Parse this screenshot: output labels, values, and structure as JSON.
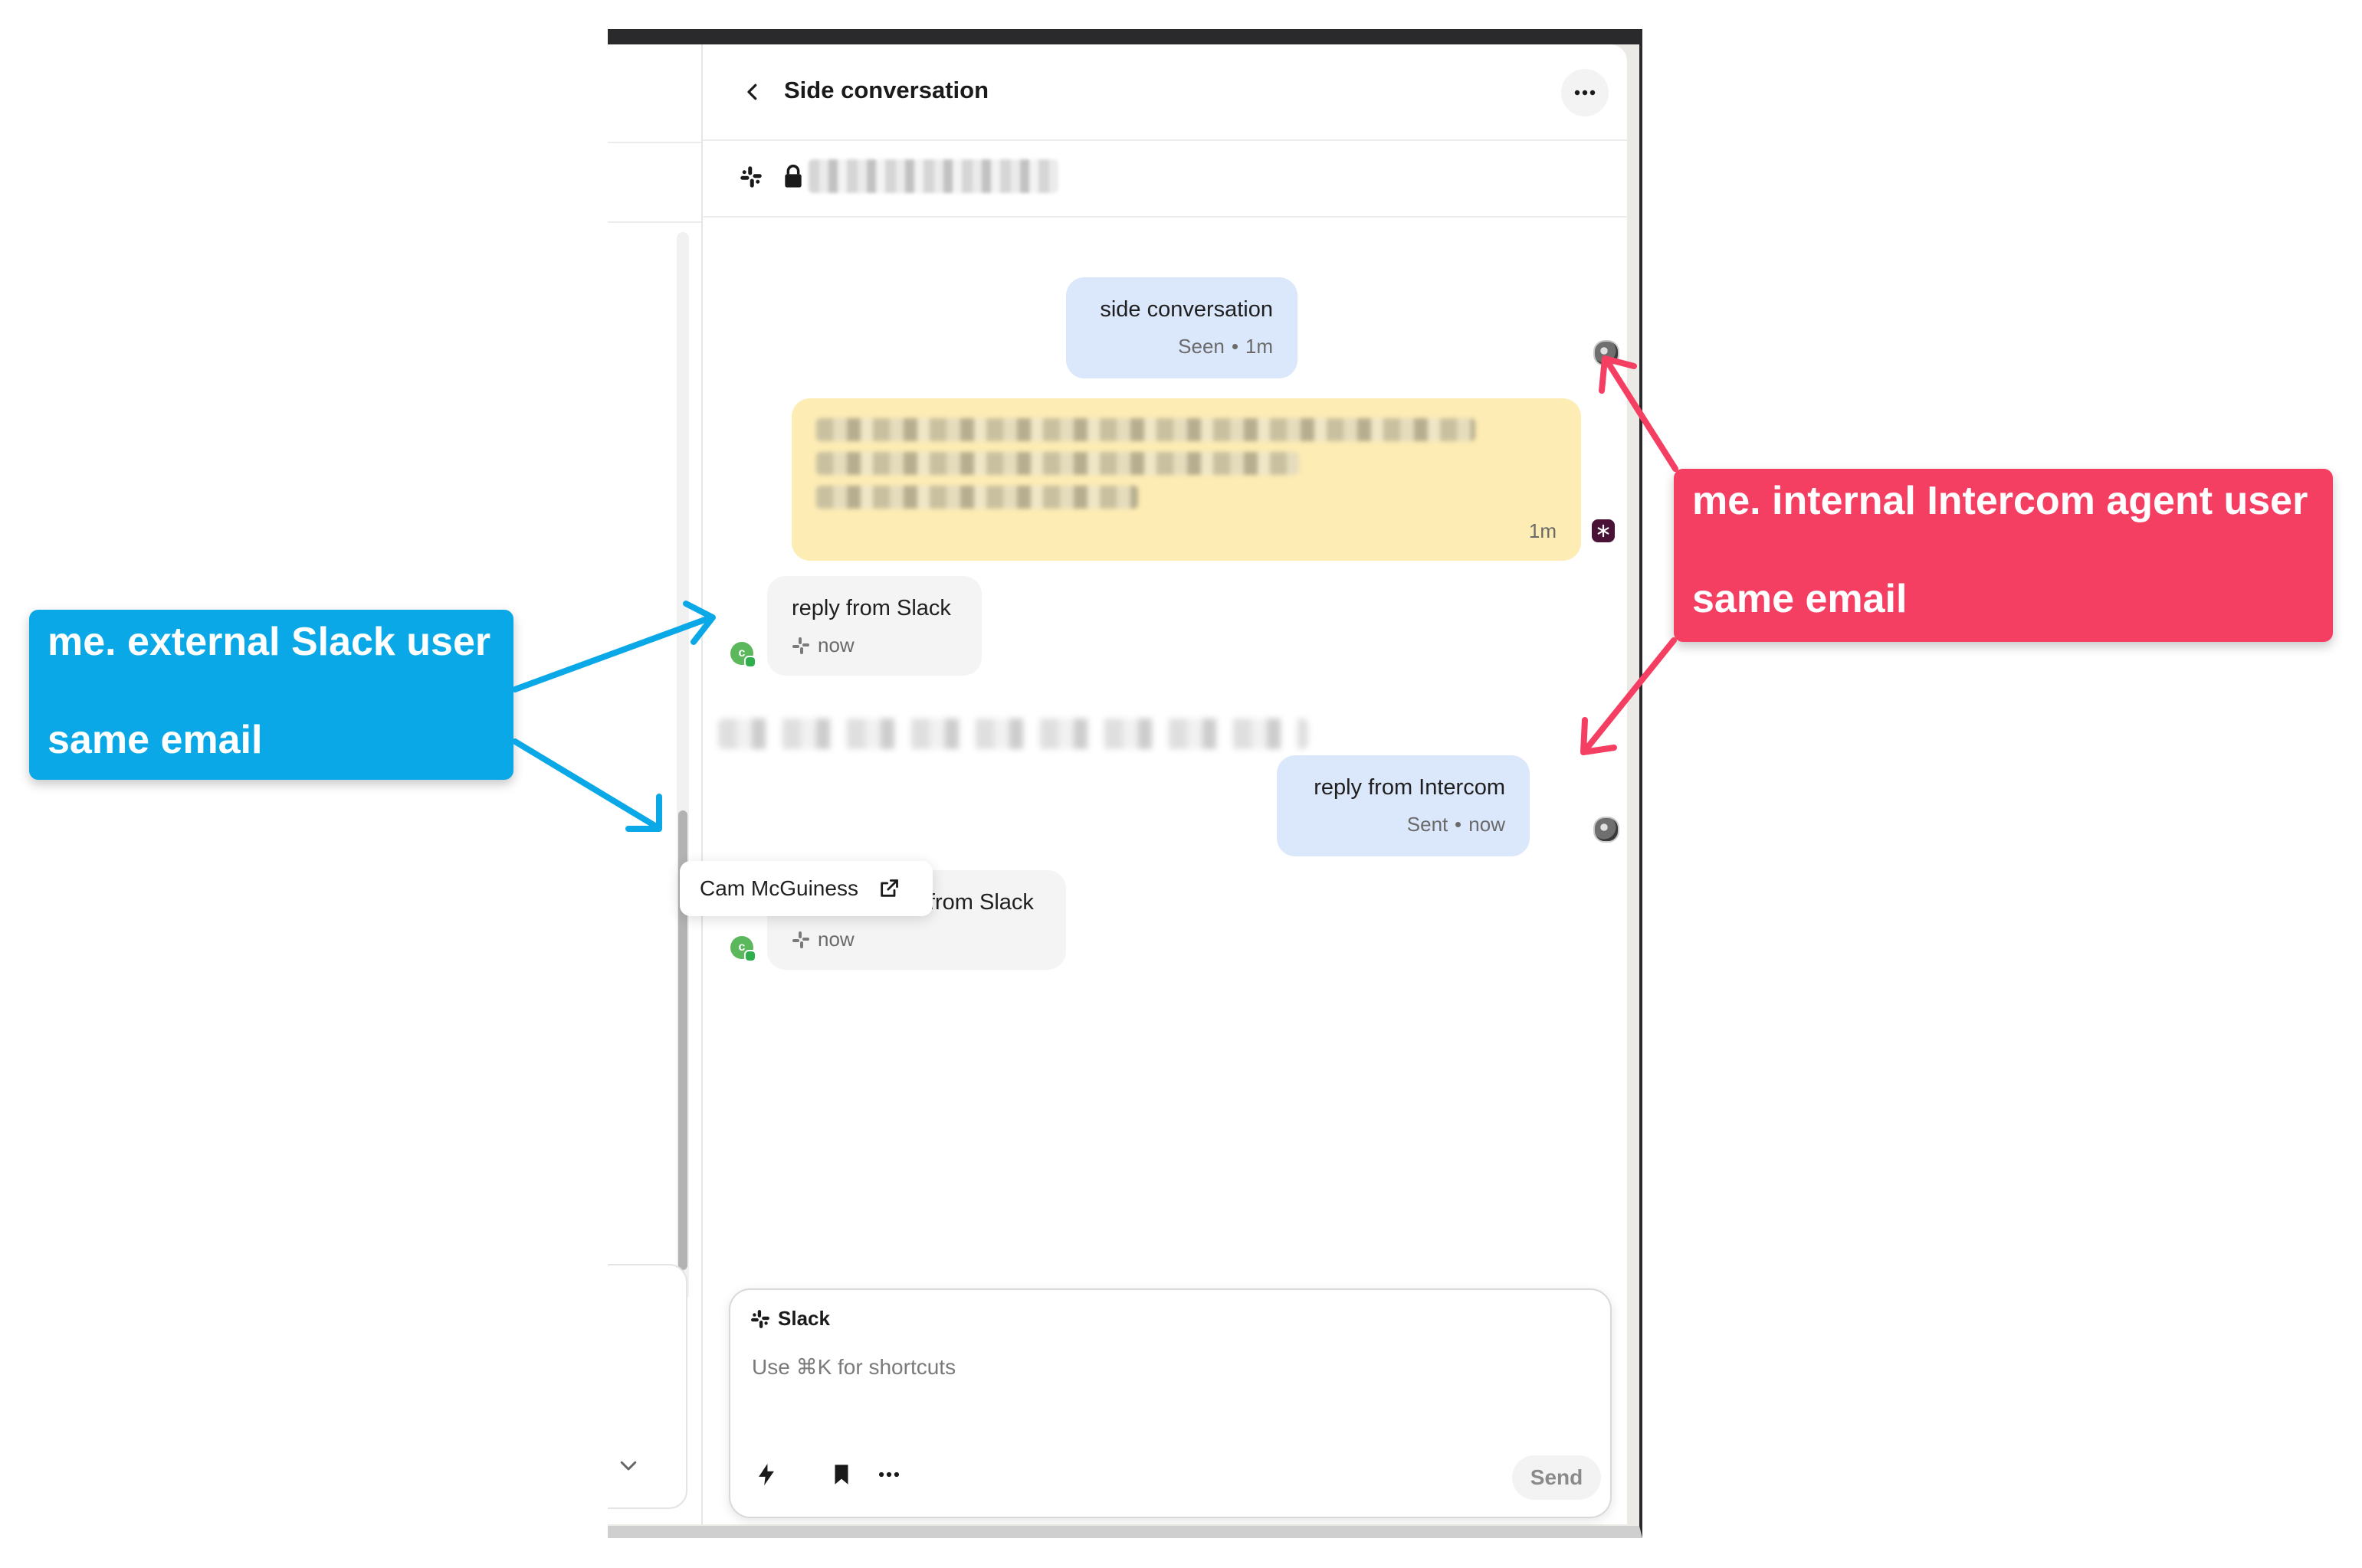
{
  "panel": {
    "title": "Side conversation",
    "channel_blurred": " "
  },
  "messages": [
    {
      "text": "side conversation",
      "status": "Seen",
      "time": "1m"
    },
    {
      "time": "1m"
    },
    {
      "text": "reply from Slack",
      "time": "now"
    },
    {
      "text": "reply from Intercom",
      "status": "Sent",
      "time": "now"
    },
    {
      "text": "reply from Slack",
      "time": "now"
    }
  ],
  "avatar_initial": "c",
  "tooltip": {
    "name": "Cam McGuiness"
  },
  "composer": {
    "channel_label": "Slack",
    "placeholder": "Use ⌘K for shortcuts",
    "send_label": "Send"
  },
  "annotations": {
    "blue": {
      "line1": "me.  external Slack user",
      "line2": "same email"
    },
    "red": {
      "line1": "me.  internal Intercom agent user",
      "line2": "same email"
    }
  },
  "colors": {
    "annotation_blue": "#0ba8e7",
    "annotation_red": "#f43f63",
    "outgoing_bubble": "#dbe7fb",
    "note_bubble": "#fdecb4",
    "incoming_bubble": "#f4f4f4"
  }
}
